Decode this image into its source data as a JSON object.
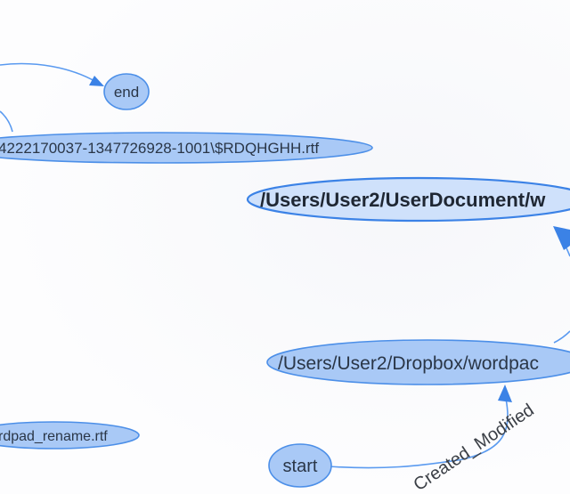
{
  "graph": {
    "nodes": {
      "end": {
        "label": "end"
      },
      "rdq": {
        "label": "4222170037-1347726928-1001\\$RDQHGHH.rtf"
      },
      "user_doc": {
        "label": "/Users/User2/UserDocument/w"
      },
      "dropbox": {
        "label": "/Users/User2/Dropbox/wordpac"
      },
      "rename": {
        "label": "rdpad_rename.rtf"
      },
      "start": {
        "label": "start"
      }
    },
    "edges": {
      "created_modified": {
        "label": "Created_Modified"
      }
    },
    "colors": {
      "node_fill": "#a9c9f6",
      "node_stroke": "#4c8fe8",
      "highlight_fill": "#cfe1fb",
      "edge": "#5a9af0",
      "arrow": "#3b82e6"
    }
  }
}
